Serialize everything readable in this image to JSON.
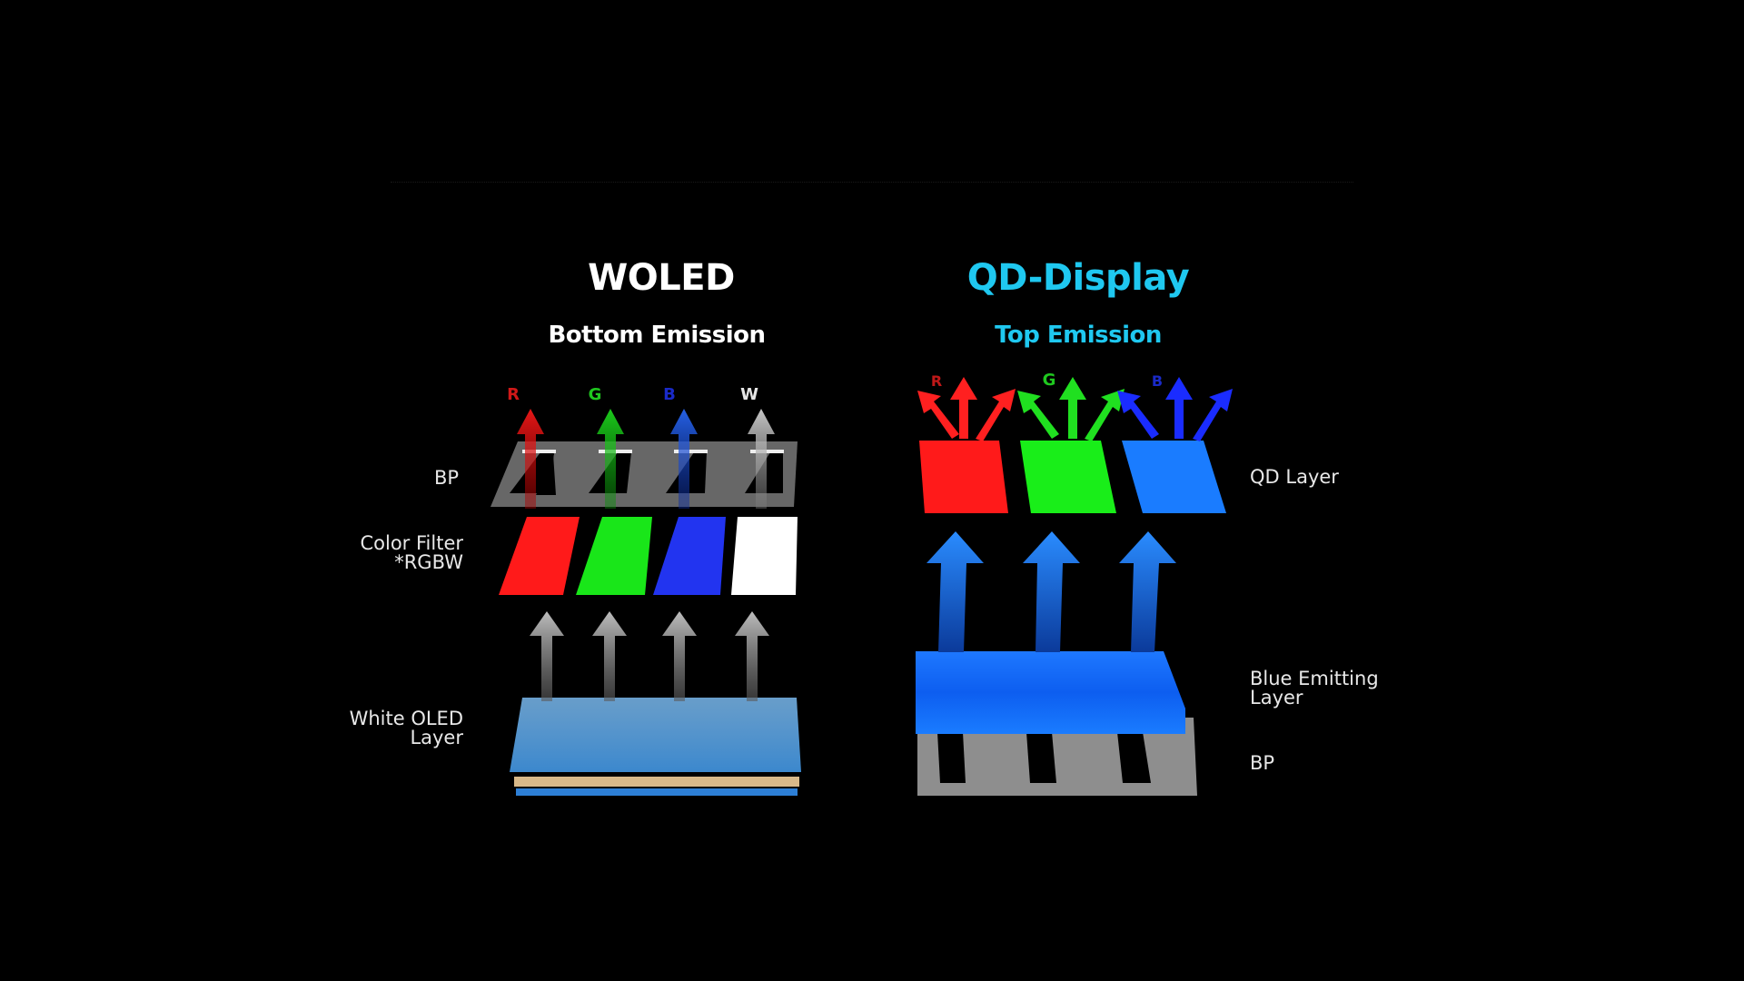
{
  "colors": {
    "background": "#000000",
    "woled_title": "#ffffff",
    "qd_title": "#1fc8f0",
    "red": "#ff1a1a",
    "green": "#19e619",
    "blue": "#1a3cff",
    "qd_blue": "#1a7cff",
    "white": "#ffffff",
    "bp_gray": "#8a8a8a"
  },
  "woled": {
    "title": "WOLED",
    "subtitle": "Bottom Emission",
    "channels": [
      "R",
      "G",
      "B",
      "W"
    ],
    "labels": {
      "bp": "BP",
      "color_filter_line1": "Color Filter",
      "color_filter_line2": "*RGBW",
      "white_oled_line1": "White OLED",
      "white_oled_line2": "Layer"
    }
  },
  "qd": {
    "title": "QD-Display",
    "subtitle": "Top Emission",
    "channels": [
      "R",
      "G",
      "B"
    ],
    "labels": {
      "qd_layer": "QD Layer",
      "blue_emitting_line1": "Blue Emitting",
      "blue_emitting_line2": "Layer",
      "bp": "BP"
    }
  }
}
